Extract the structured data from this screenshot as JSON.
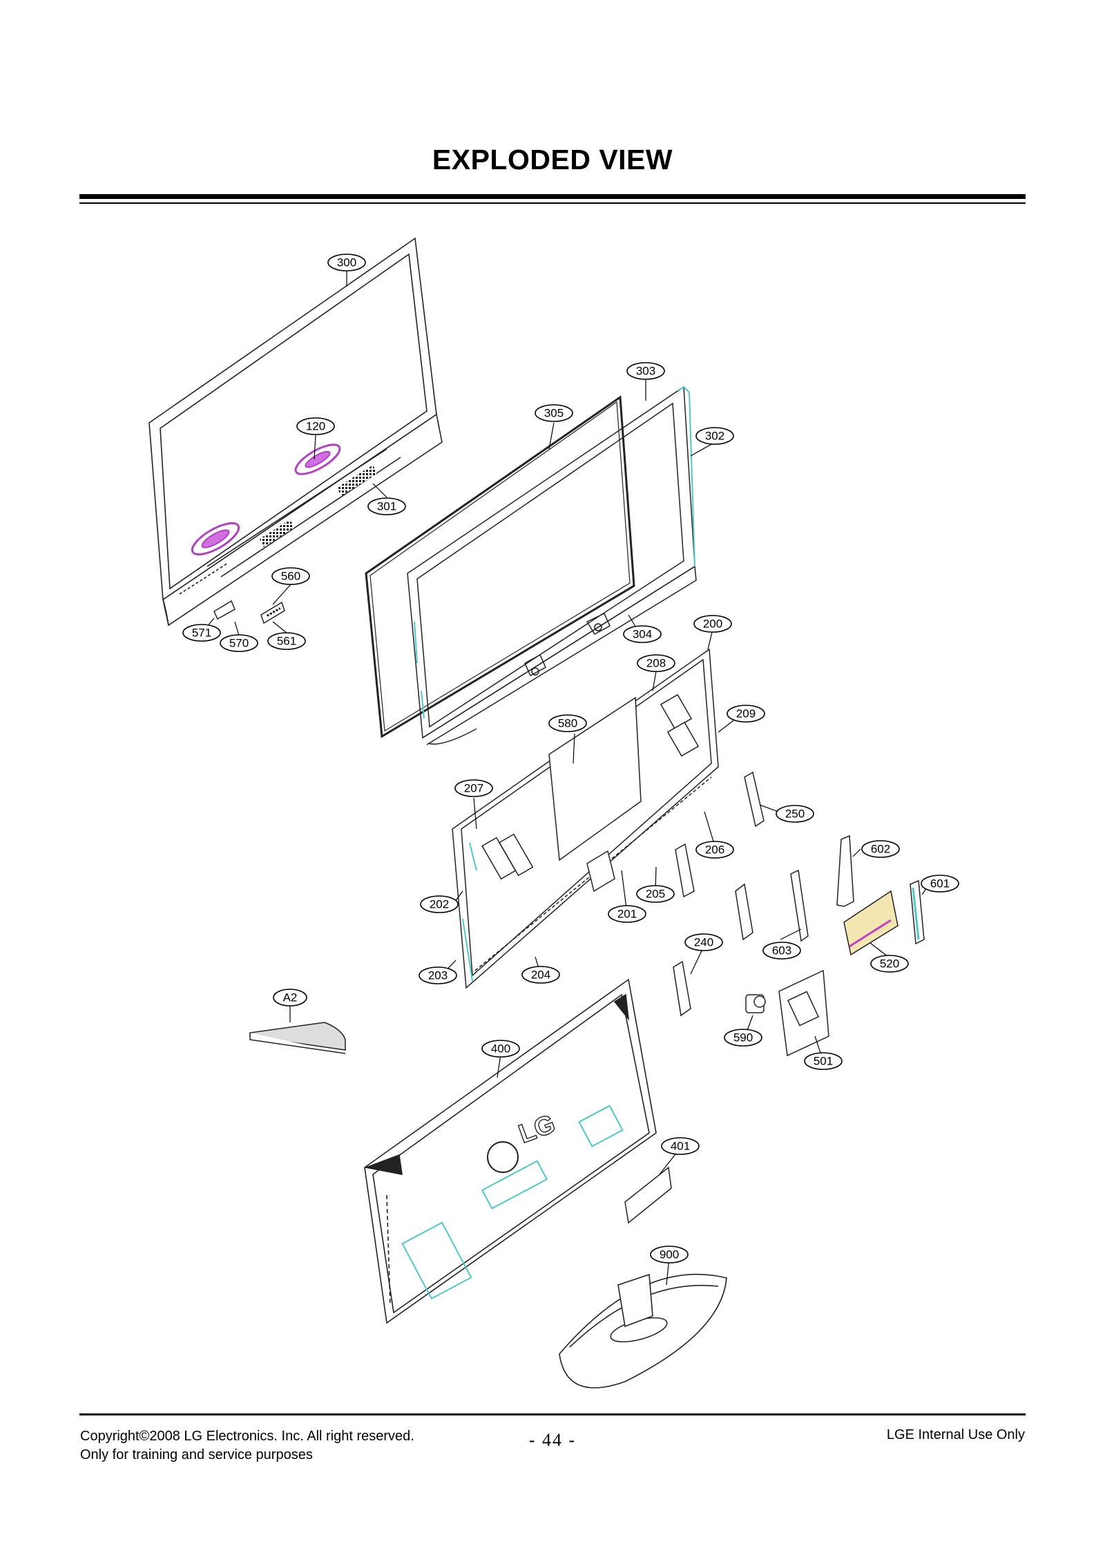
{
  "title": "EXPLODED VIEW",
  "footer": {
    "copyright": "Copyright©2008 LG Electronics. Inc. All right reserved.",
    "purpose": "Only for training and service purposes",
    "page": "- 44 -",
    "internal": "LGE Internal Use Only"
  },
  "parts": {
    "p300": "300",
    "p120": "120",
    "p301": "301",
    "p560": "560",
    "p571": "571",
    "p570": "570",
    "p561": "561",
    "p303": "303",
    "p305": "305",
    "p302": "302",
    "p304": "304",
    "p200": "200",
    "p208": "208",
    "p209": "209",
    "p580": "580",
    "p207": "207",
    "p250": "250",
    "p206": "206",
    "p602": "602",
    "p601": "601",
    "p202": "202",
    "p205": "205",
    "p201": "201",
    "p603": "603",
    "p520": "520",
    "p240": "240",
    "p203": "203",
    "p204": "204",
    "pA2": "A2",
    "p400": "400",
    "p590": "590",
    "p501": "501",
    "p401": "401",
    "p900": "900"
  },
  "colors": {
    "speaker": "#b040c0",
    "accent": "#4fc8c8",
    "line": "#222222"
  },
  "logo": "LG"
}
